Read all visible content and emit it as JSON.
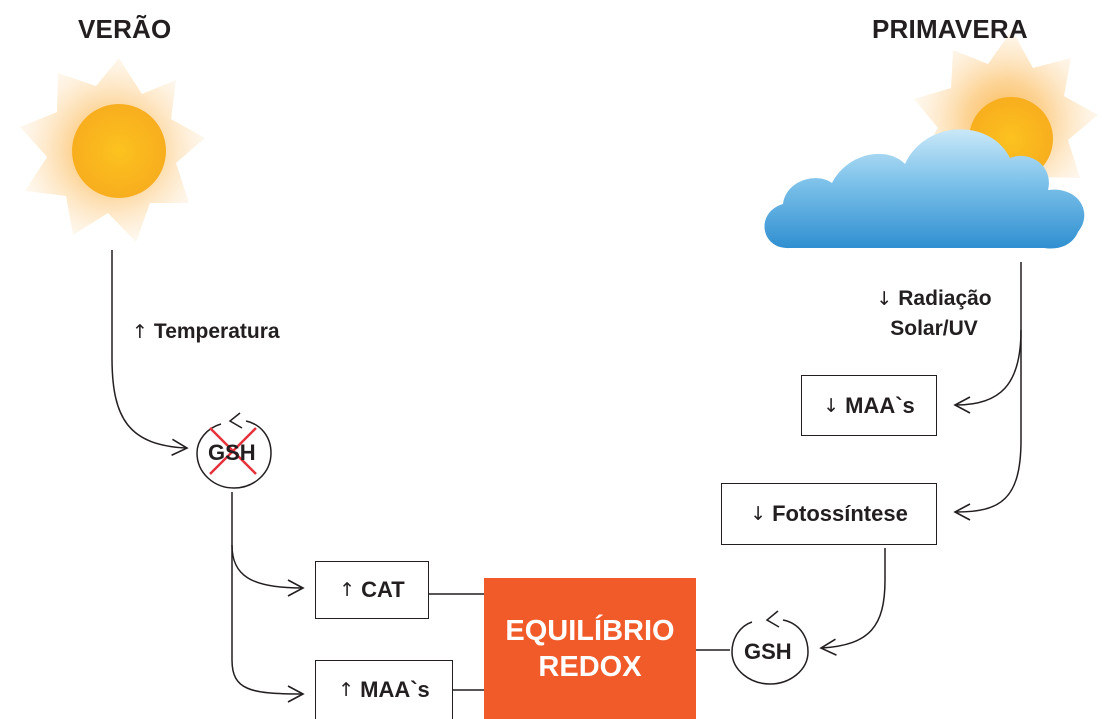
{
  "seasons": {
    "left": "VERÃO",
    "right": "PRIMAVERA"
  },
  "left_branch": {
    "temperature_arrow": "↑",
    "temperature_label": "Temperatura",
    "gsh_label": "GSH",
    "cat_arrow": "↑",
    "cat_label": "CAT",
    "maas_arrow": "↑",
    "maas_label": "MAA`s"
  },
  "right_branch": {
    "radiation_arrow": "↓",
    "radiation_line1": "Radiação",
    "radiation_line2": "Solar/UV",
    "maas_arrow": "↓",
    "maas_label": "MAA`s",
    "photosynthesis_arrow": "↓",
    "photosynthesis_label": "Fotossíntese",
    "gsh_label": "GSH"
  },
  "center": {
    "line1": "EQUILÍBRIO",
    "line2": "REDOX"
  },
  "colors": {
    "redox_box": "#f15a29",
    "sun_core": "#fbb827",
    "sun_glow": "#fcd9a3",
    "cloud": "#4aa3dc",
    "cross_mark": "#e5323b"
  },
  "icons": {
    "summer": "sun-icon",
    "spring": "sun-behind-cloud-icon",
    "cycle": "cycle-arrow-icon",
    "inhibited": "red-cross-icon"
  }
}
